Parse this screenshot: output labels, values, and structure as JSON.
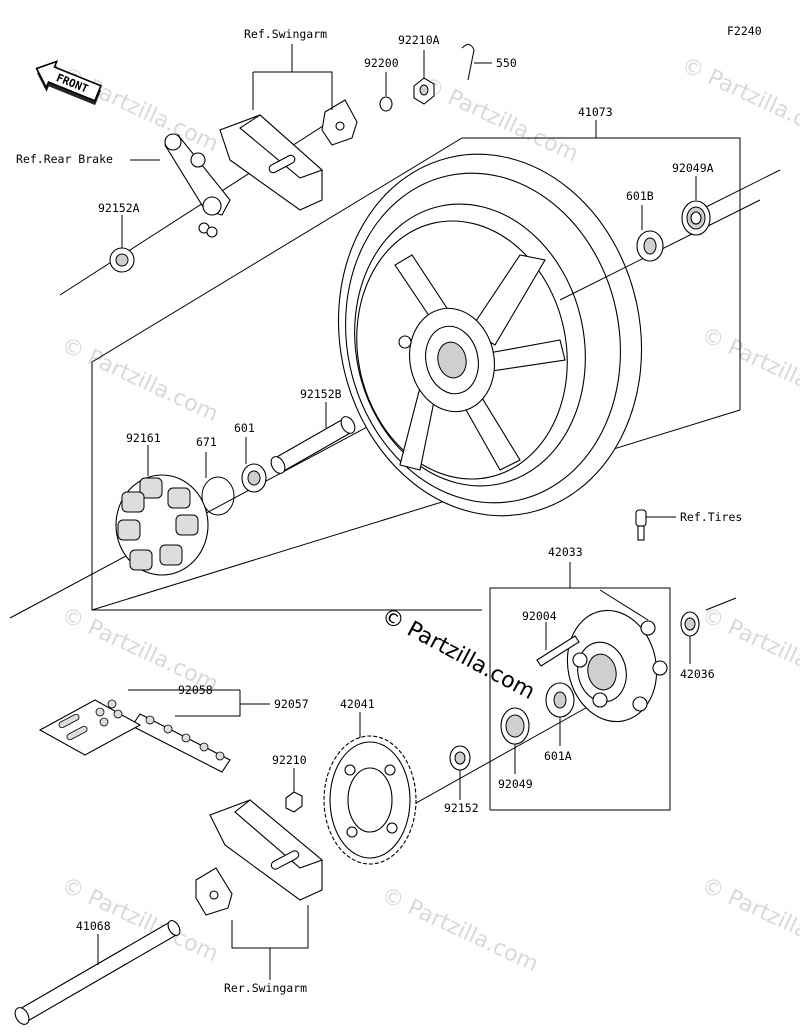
{
  "figure_code": "F2240",
  "front_label": "FRONT",
  "watermark": "© Partzilla.com",
  "callouts": {
    "ref_swingarm": "Ref.Swingarm",
    "ref_rear_brake": "Ref.Rear Brake",
    "ref_tires": "Ref.Tires",
    "rer_swingarm": "Rer.Swingarm",
    "p92210A": "92210A",
    "p550": "550",
    "p92200": "92200",
    "p41073": "41073",
    "p92049A": "92049A",
    "p601B": "601B",
    "p92152A": "92152A",
    "p92152B": "92152B",
    "p92161": "92161",
    "p671": "671",
    "p601": "601",
    "p42033": "42033",
    "p92004": "92004",
    "p42036": "42036",
    "p92058": "92058",
    "p92057": "92057",
    "p42041": "42041",
    "p601A": "601A",
    "p92210": "92210",
    "p92049": "92049",
    "p92152": "92152",
    "p41068": "41068"
  }
}
